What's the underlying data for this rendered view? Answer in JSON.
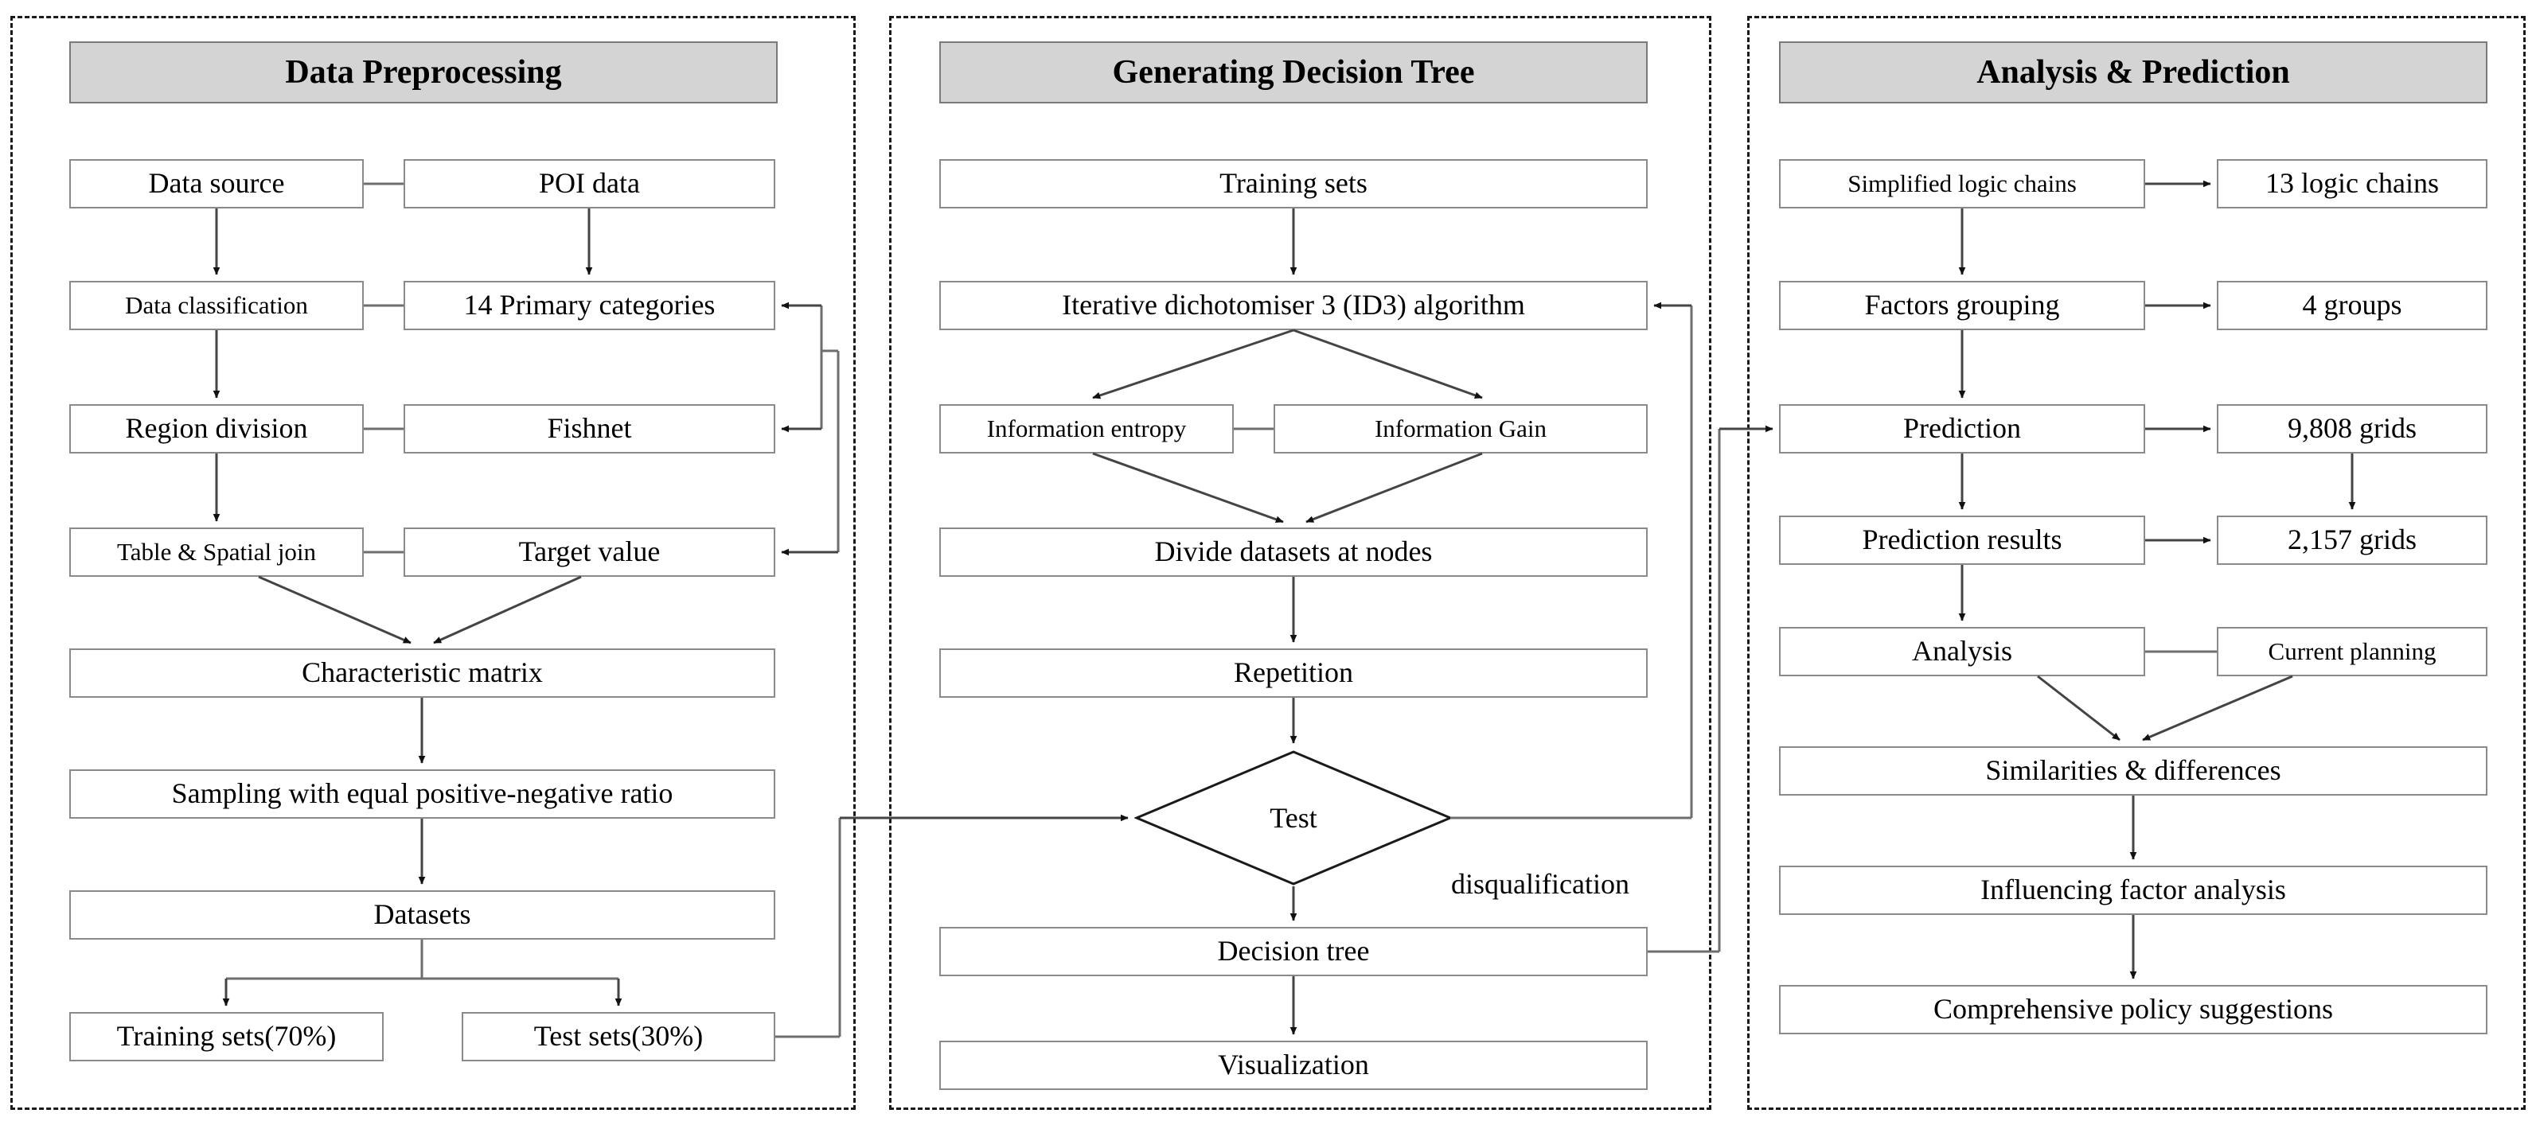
{
  "figure": {
    "type": "flowchart",
    "orientation": "three-column-pipeline",
    "background": "#ffffff",
    "panel_border_color": "#1a1a1a",
    "node_border_color": "#8a8a8a",
    "title_fill": "#d4d4d4"
  },
  "panels": [
    {
      "id": "preprocessing",
      "title": "Data Preprocessing",
      "nodes": {
        "data_source": "Data source",
        "poi_data": "POI data",
        "data_classification": "Data classification",
        "primary_categories": "14 Primary categories",
        "region_division": "Region division",
        "fishnet": "Fishnet",
        "table_spatial_join": "Table & Spatial join",
        "target_value": "Target value",
        "characteristic_matrix": "Characteristic matrix",
        "sampling": "Sampling with equal positive-negative ratio",
        "datasets": "Datasets",
        "training_sets": "Training sets(70%)",
        "test_sets": "Test sets(30%)"
      }
    },
    {
      "id": "decision_tree",
      "title": "Generating Decision Tree",
      "nodes": {
        "training_sets": "Training sets",
        "id3": "Iterative dichotomiser 3 (ID3) algorithm",
        "information_entropy": "Information entropy",
        "information_gain": "Information Gain",
        "divide_datasets": "Divide datasets at nodes",
        "repetition": "Repetition",
        "test": "Test",
        "decision_tree": "Decision tree",
        "visualization": "Visualization"
      },
      "edge_labels": {
        "disqualification": "disqualification"
      }
    },
    {
      "id": "analysis",
      "title": "Analysis & Prediction",
      "nodes": {
        "simplified_logic_chains": "Simplified logic chains",
        "logic_chains_count": "13 logic chains",
        "factors_grouping": "Factors grouping",
        "groups_count": "4 groups",
        "prediction": "Prediction",
        "grids_total": "9,808 grids",
        "prediction_results": "Prediction results",
        "grids_selected": "2,157 grids",
        "analysis": "Analysis",
        "current_planning": "Current planning",
        "similarities_differences": "Similarities & differences",
        "influencing_factor_analysis": "Influencing factor analysis",
        "policy_suggestions": "Comprehensive policy suggestions"
      }
    }
  ]
}
